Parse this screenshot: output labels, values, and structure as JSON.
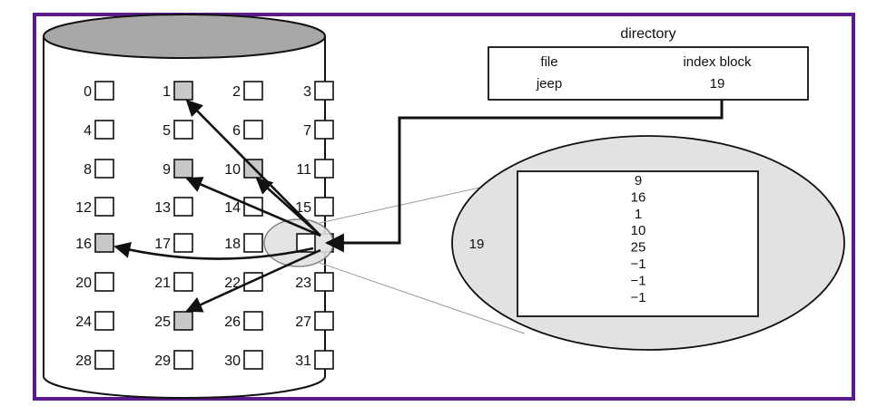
{
  "colors": {
    "frame": "#5b1a8c",
    "used_block": "#c8c8c8",
    "zoom_fill": "#e2e2e2",
    "disk_top": "#a8a8a8",
    "line": "#111111"
  },
  "blocks": [
    {
      "n": "0",
      "used": false
    },
    {
      "n": "1",
      "used": true
    },
    {
      "n": "2",
      "used": false
    },
    {
      "n": "3",
      "used": false
    },
    {
      "n": "4",
      "used": false
    },
    {
      "n": "5",
      "used": false
    },
    {
      "n": "6",
      "used": false
    },
    {
      "n": "7",
      "used": false
    },
    {
      "n": "8",
      "used": false
    },
    {
      "n": "9",
      "used": true
    },
    {
      "n": "10",
      "used": true
    },
    {
      "n": "11",
      "used": false
    },
    {
      "n": "12",
      "used": false
    },
    {
      "n": "13",
      "used": false
    },
    {
      "n": "14",
      "used": false
    },
    {
      "n": "15",
      "used": false
    },
    {
      "n": "16",
      "used": true
    },
    {
      "n": "17",
      "used": false
    },
    {
      "n": "18",
      "used": false
    },
    {
      "n": "19",
      "used": false
    },
    {
      "n": "20",
      "used": false
    },
    {
      "n": "21",
      "used": false
    },
    {
      "n": "22",
      "used": false
    },
    {
      "n": "23",
      "used": false
    },
    {
      "n": "24",
      "used": false
    },
    {
      "n": "25",
      "used": true
    },
    {
      "n": "26",
      "used": false
    },
    {
      "n": "27",
      "used": false
    },
    {
      "n": "28",
      "used": false
    },
    {
      "n": "29",
      "used": false
    },
    {
      "n": "30",
      "used": false
    },
    {
      "n": "31",
      "used": false
    }
  ],
  "index_block_number": "19",
  "pointers_to": [
    "1",
    "9",
    "10",
    "16",
    "25"
  ],
  "directory": {
    "title": "directory",
    "col_file": "file",
    "col_index": "index block",
    "file_name": "jeep",
    "index_value": "19"
  },
  "zoom": {
    "label": "19",
    "entries": [
      "9",
      "16",
      "1",
      "10",
      "25",
      "−1",
      "−1",
      "−1"
    ]
  }
}
